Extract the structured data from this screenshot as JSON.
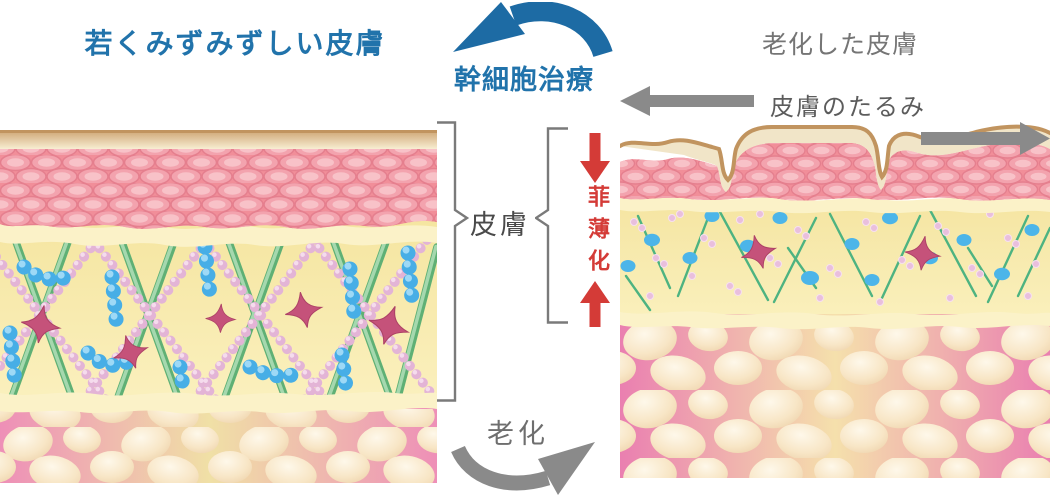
{
  "header": {
    "young_title": "若くみずみずしい皮膚",
    "aged_title": "老化した皮膚",
    "treatment_label": "幹細胞治療",
    "sagging_label": "皮膚のたるみ"
  },
  "center": {
    "skin_label": "皮膚",
    "thinning_label": "菲薄化",
    "aging_label": "老化"
  },
  "colors": {
    "treatment_blue": "#2173ab",
    "arrow_gray": "#8a8a8a",
    "thinning_red": "#d43b37",
    "epidermis_pink": "#f18e99",
    "dermis_yellow": "#f7e9ab",
    "fat_pink": "#ee8fb7",
    "surface_tan": "#c1945f"
  },
  "icons": {
    "treatment_cycle_arrow": "curved-arrow-counterclockwise",
    "sagging_arrow_left": "arrow-left",
    "sagging_arrow_right": "arrow-right",
    "thinning_down_arrow": "arrow-down",
    "thinning_up_arrow": "arrow-up",
    "aging_curve_arrow": "curved-arrow-up-right",
    "young_skin_bracket": "brace-right",
    "aged_skin_bracket": "brace-left"
  }
}
